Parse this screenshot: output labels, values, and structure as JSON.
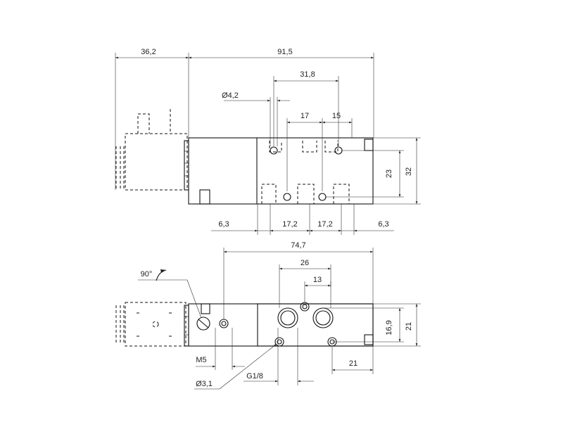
{
  "top_view": {
    "dims": {
      "width_coil": "36,2",
      "width_body": "91,5",
      "port_pitch": "31,8",
      "hole_dia": "Ø4,2",
      "spacing_17": "17",
      "spacing_15": "15",
      "height_23": "23",
      "height_32": "32",
      "bottom_6_3_left": "6,3",
      "bottom_17_2_a": "17,2",
      "bottom_17_2_b": "17,2",
      "bottom_6_3_right": "6,3"
    }
  },
  "side_view": {
    "dims": {
      "length_74_7": "74,7",
      "spacing_26": "26",
      "spacing_13": "13",
      "height_16_9": "16,9",
      "height_21": "21",
      "width_21": "21",
      "thread_m5": "M5",
      "hole_3_1": "Ø3,1",
      "thread_g1_8": "G1/8",
      "rotation": "90°"
    }
  }
}
